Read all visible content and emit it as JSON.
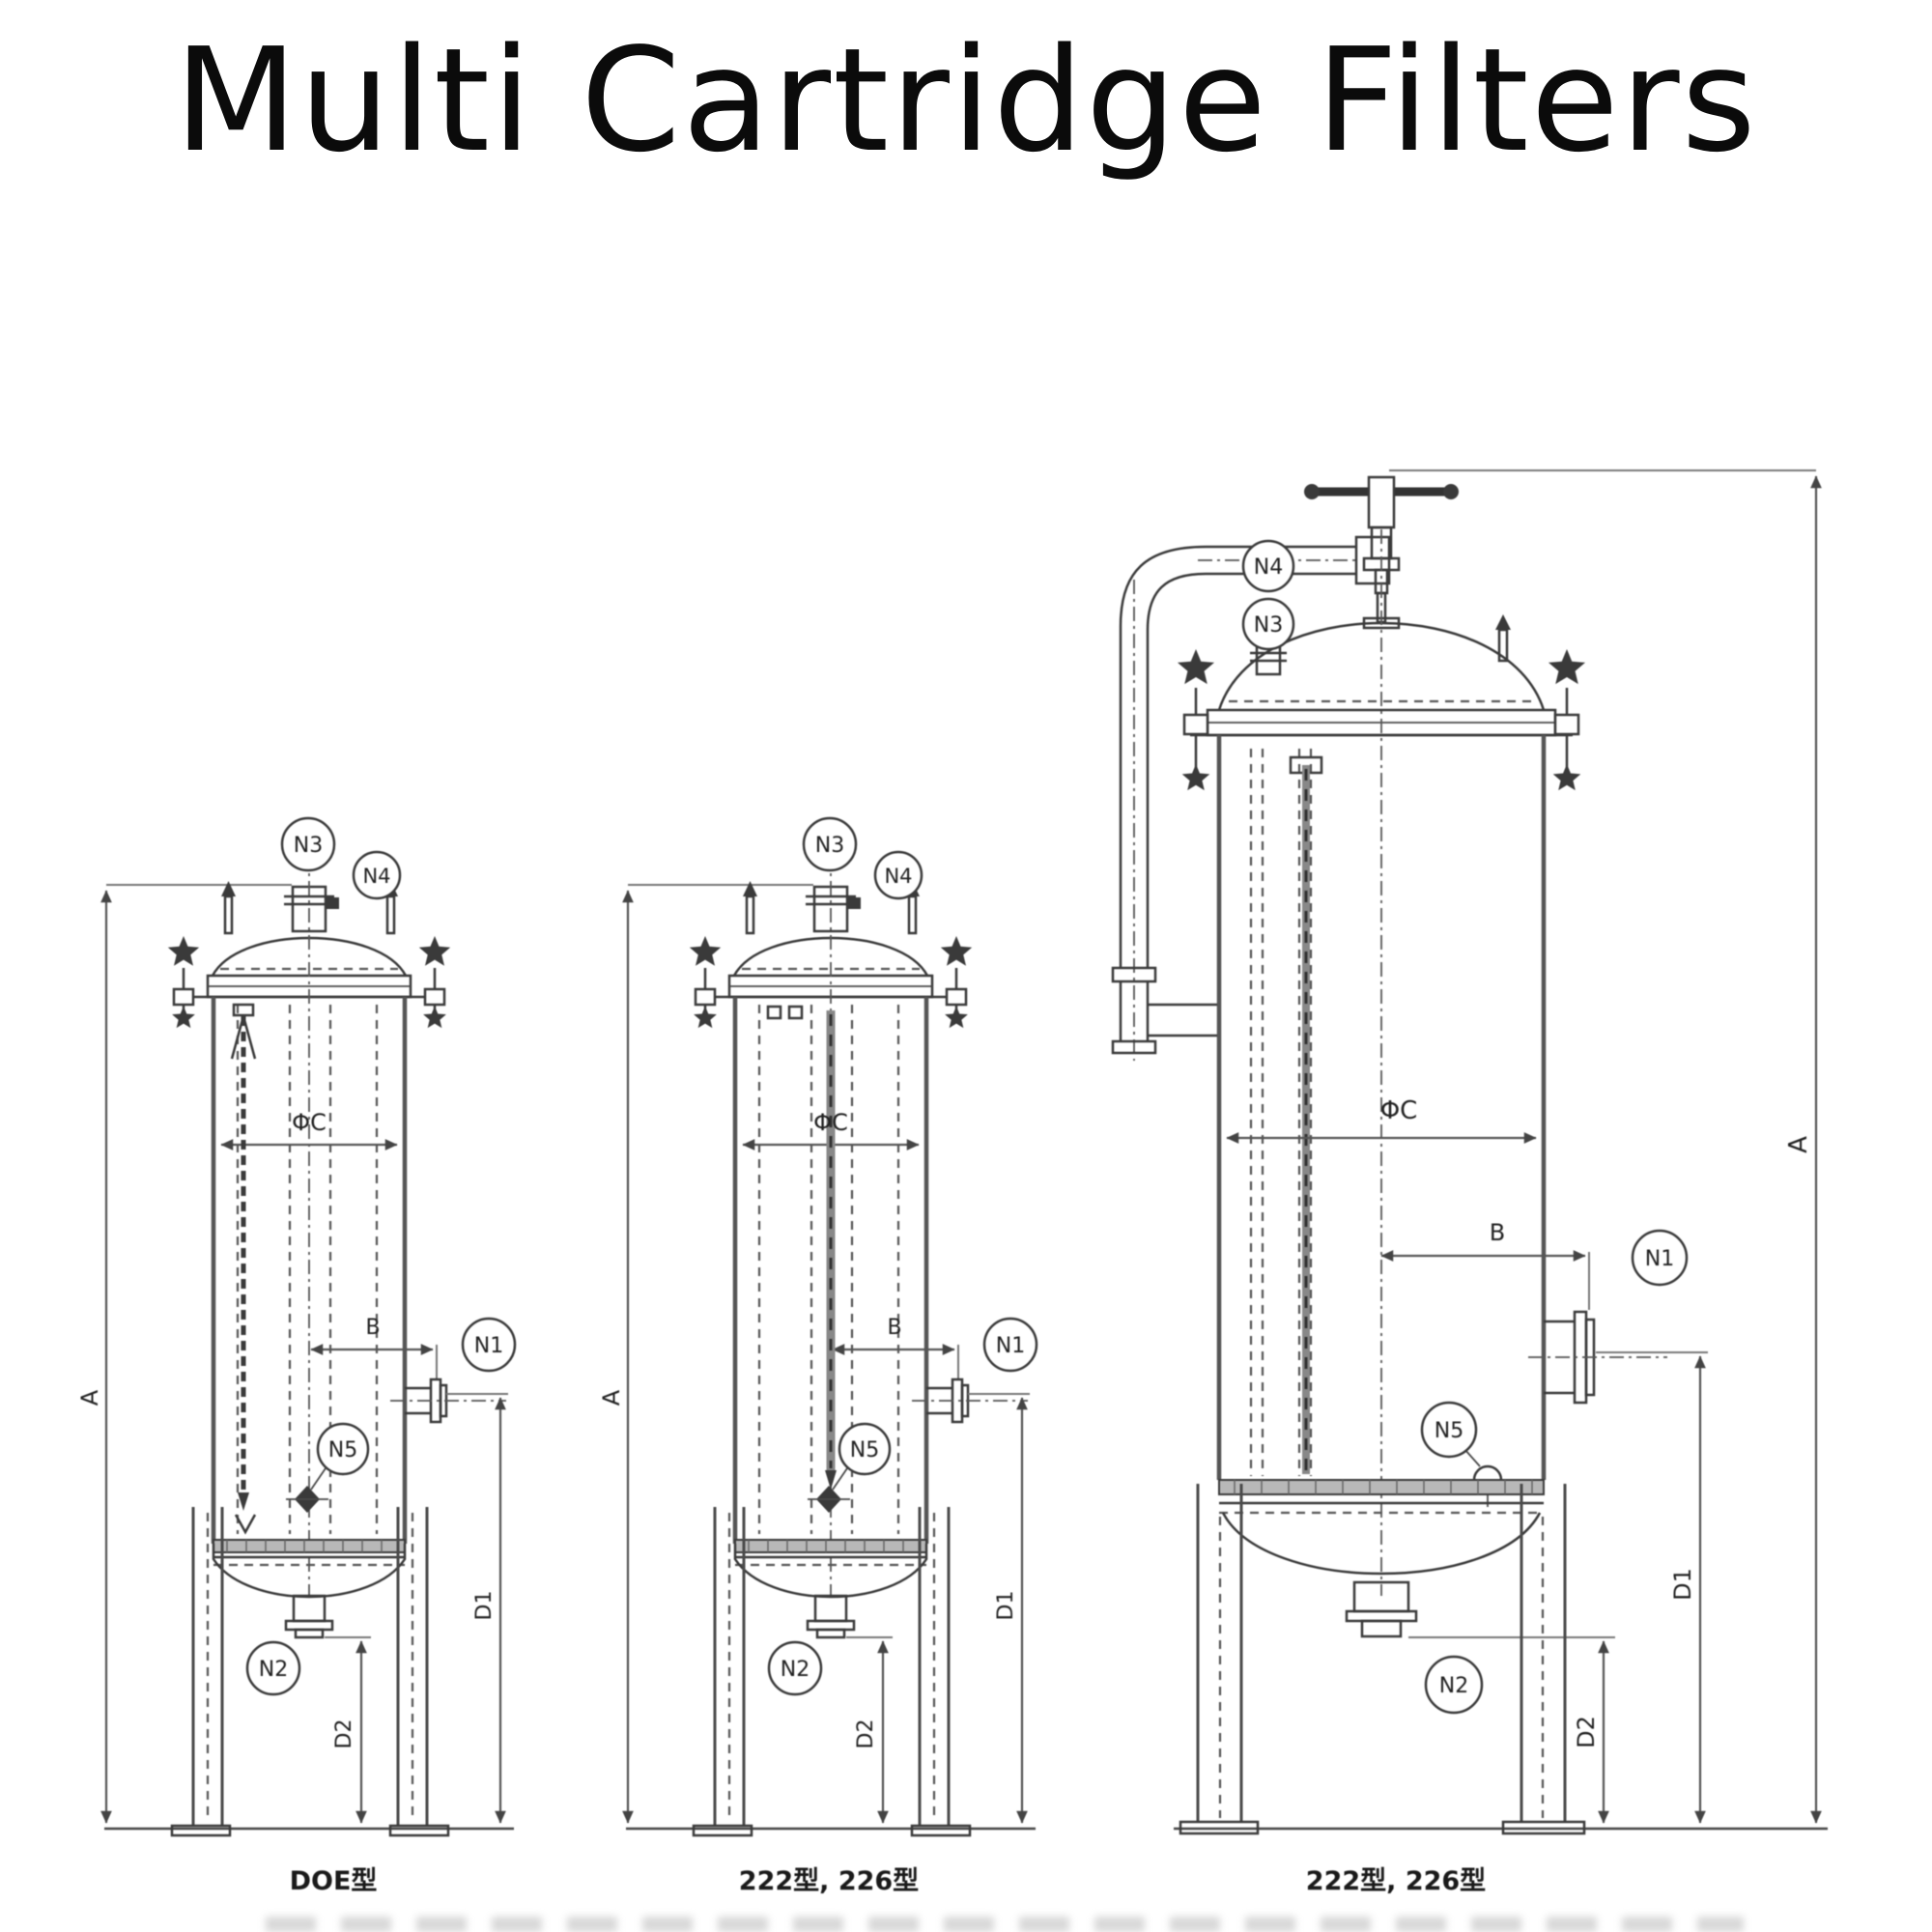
{
  "title": "Multi Cartridge Filters",
  "colors": {
    "background": "#ffffff",
    "line_ink": "#3a3a3a",
    "dimension_line": "#555555",
    "text": "#222222"
  },
  "diagrams": {
    "doe": {
      "caption": "DOE型",
      "labels": {
        "A": "A",
        "B": "B",
        "C": "ΦC",
        "D1": "D1",
        "D2": "D2"
      },
      "nozzles": {
        "N1": "N1",
        "N2": "N2",
        "N3": "N3",
        "N4": "N4",
        "N5": "N5"
      }
    },
    "small222": {
      "caption": "222型, 226型",
      "labels": {
        "A": "A",
        "B": "B",
        "C": "ΦC",
        "D1": "D1",
        "D2": "D2"
      },
      "nozzles": {
        "N1": "N1",
        "N2": "N2",
        "N3": "N3",
        "N4": "N4",
        "N5": "N5"
      }
    },
    "large222": {
      "caption": "222型, 226型",
      "labels": {
        "A": "A",
        "B": "B",
        "C": "ΦC",
        "D1": "D1",
        "D2": "D2"
      },
      "nozzles": {
        "N1": "N1",
        "N2": "N2",
        "N3": "N3",
        "N4": "N4",
        "N5": "N5"
      }
    }
  }
}
